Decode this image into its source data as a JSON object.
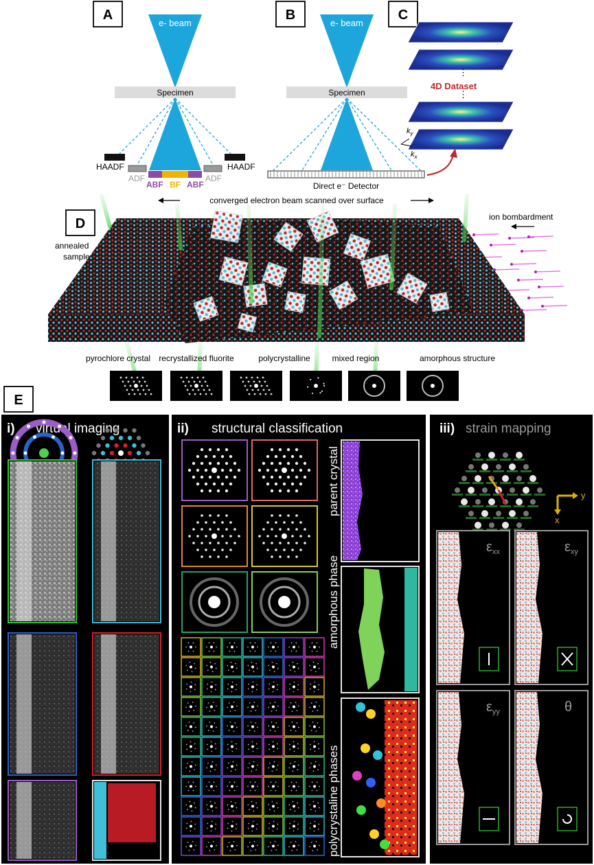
{
  "panel_letters": {
    "a": "A",
    "b": "B",
    "c": "C",
    "d": "D",
    "e": "E"
  },
  "beam_label": "e- beam",
  "specimen_label": "Specimen",
  "detectors": {
    "haadf": "HAADF",
    "adf": "ADF",
    "abf": "ABF",
    "bf": "BF",
    "direct": "Direct e⁻ Detector"
  },
  "dataset_label": "4D Dataset",
  "k_labels": {
    "ky": "k",
    "ky_sub": "y",
    "kx": "k",
    "kx_sub": "x"
  },
  "scan_label": "converged electron beam scanned over surface",
  "ion_label": "ion bombardment",
  "annealed_label": [
    "annealed",
    "sample"
  ],
  "regions": [
    "pyrochlore crystal",
    "recrystallized fluorite",
    "polycrystalline",
    "mixed region",
    "amorphous structure"
  ],
  "section_titles": {
    "i_num": "i)",
    "i_text": "virtual imaging",
    "ii_num": "ii)",
    "ii_text": "structural classification",
    "iii_num": "iii)",
    "iii_text": "strain mapping"
  },
  "phase_labels": [
    "parent crystal",
    "amorphous phase",
    "polycrystaline phases"
  ],
  "strain_labels": {
    "exx": "ε",
    "exx_sub": "xx",
    "exy": "ε",
    "exy_sub": "xy",
    "eyy": "ε",
    "eyy_sub": "yy",
    "theta": "θ"
  },
  "axis_labels": {
    "y": "y",
    "x": "x"
  },
  "colors": {
    "beam": "#1da6dc",
    "haadf": "#111111",
    "adf": "#9a9a9a",
    "abf": "#8e4aa6",
    "bf": "#f0b400",
    "arrow_red": "#c0282d",
    "ion": "#e04ad8",
    "probe_green": "#4fd14f",
    "strain_label": "#9a9a9a",
    "axes_yellow": "#d9b400",
    "frame_green": "#34c734",
    "frame_cyan": "#3fc0d8",
    "frame_blue": "#2a64c8",
    "frame_red": "#d8202a",
    "frame_purple": "#9b5dc7",
    "frame_white": "#e6e6e6"
  }
}
